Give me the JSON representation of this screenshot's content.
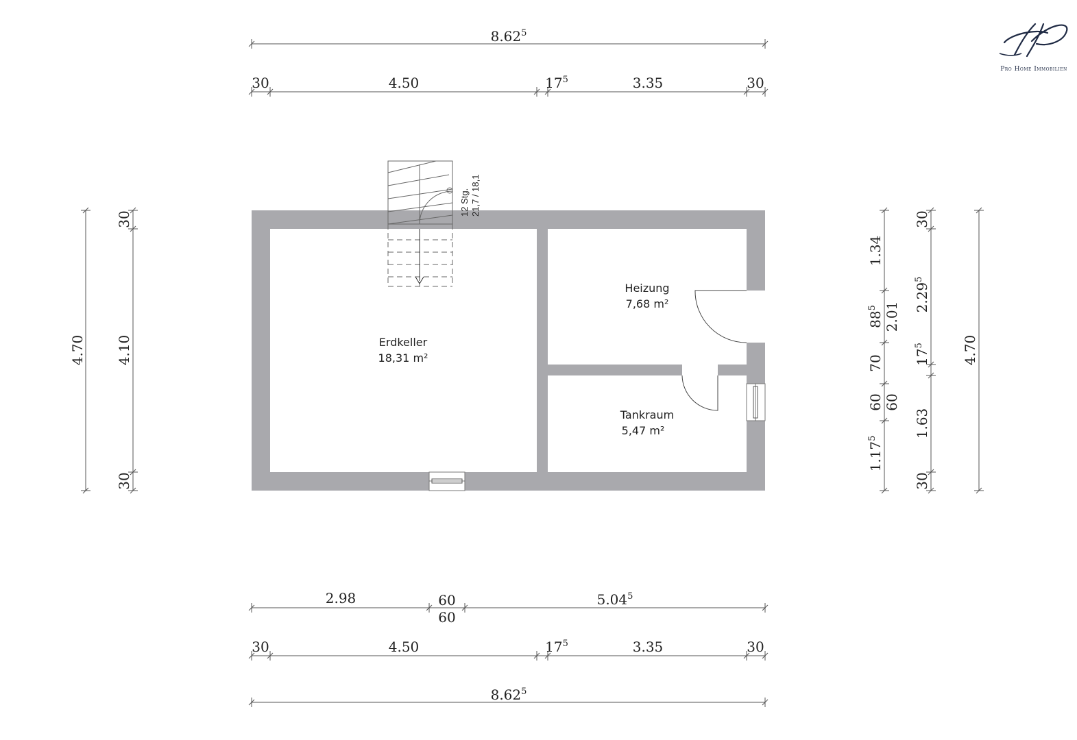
{
  "brand": {
    "name": "Pro Home Immobilien",
    "color": "#1f2a44"
  },
  "rooms": {
    "erdkeller": {
      "name": "Erdkeller",
      "area": "18,31 m²"
    },
    "heizung": {
      "name": "Heizung",
      "area": "7,68 m²"
    },
    "tankraum": {
      "name": "Tankraum",
      "area": "5,47 m²"
    }
  },
  "stairs": {
    "steps": "12 Stg.",
    "ratio": "21,7 / 18,1"
  },
  "dims": {
    "top_total": {
      "main": "8.62",
      "sup": "5"
    },
    "top_seg": [
      {
        "main": "30"
      },
      {
        "main": "4.50"
      },
      {
        "main": "17",
        "sup": "5"
      },
      {
        "main": "3.35"
      },
      {
        "main": "30"
      }
    ],
    "bottom_open": [
      {
        "main": "2.98"
      },
      {
        "main": "60"
      },
      {
        "main": "60"
      },
      {
        "main": "5.04",
        "sup": "5"
      }
    ],
    "bottom_seg": [
      {
        "main": "30"
      },
      {
        "main": "4.50"
      },
      {
        "main": "17",
        "sup": "5"
      },
      {
        "main": "3.35"
      },
      {
        "main": "30"
      }
    ],
    "bottom_total": {
      "main": "8.62",
      "sup": "5"
    },
    "left_total": {
      "main": "4.70"
    },
    "left_seg": [
      {
        "main": "30"
      },
      {
        "main": "4.10"
      },
      {
        "main": "30"
      }
    ],
    "right_a": [
      {
        "main": "1.34"
      },
      {
        "main": "88",
        "sup": "5"
      },
      {
        "main": "70"
      },
      {
        "main": "60"
      },
      {
        "main": "1.17",
        "sup": "5"
      }
    ],
    "right_a2": [
      {
        "main": "2.01"
      },
      {
        "main": "60"
      }
    ],
    "right_b": [
      {
        "main": "30"
      },
      {
        "main": "2.29",
        "sup": "5"
      },
      {
        "main": "17",
        "sup": "5"
      },
      {
        "main": "1.63"
      },
      {
        "main": "30"
      }
    ],
    "right_total": {
      "main": "4.70"
    }
  }
}
